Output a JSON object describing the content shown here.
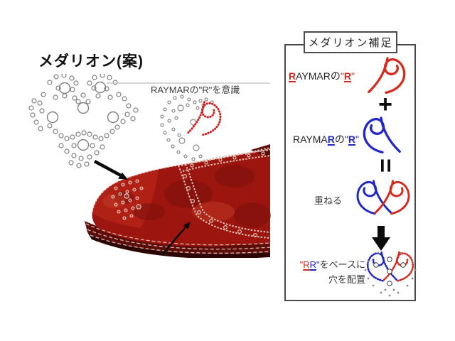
{
  "colors": {
    "red": "#d62a1f",
    "blue": "#2126c8",
    "gray_dot": "#808080",
    "ink": "#111111",
    "panel_border": "#4a4a4a"
  },
  "left": {
    "title": "メダリオン(案)",
    "annotation": "RAYMARの\"R\"を意識"
  },
  "panel": {
    "title": "メダリオン補足",
    "row1": {
      "r1": "R",
      "mid": "AYMARの",
      "q1": "\"",
      "r2": "R",
      "q2": "\""
    },
    "row2": {
      "pre": "RAYMA",
      "r1": "R",
      "no": "の",
      "q1": "\"",
      "r2": "R",
      "q2": "\""
    },
    "symbols": {
      "plus": "+",
      "equals": "="
    },
    "overlay_label": "重ねる",
    "result": {
      "q1": "\"",
      "r1": "R",
      "r2": "R",
      "q2": "\"",
      "rest1": "をベースに",
      "line2": "穴を配置"
    }
  }
}
